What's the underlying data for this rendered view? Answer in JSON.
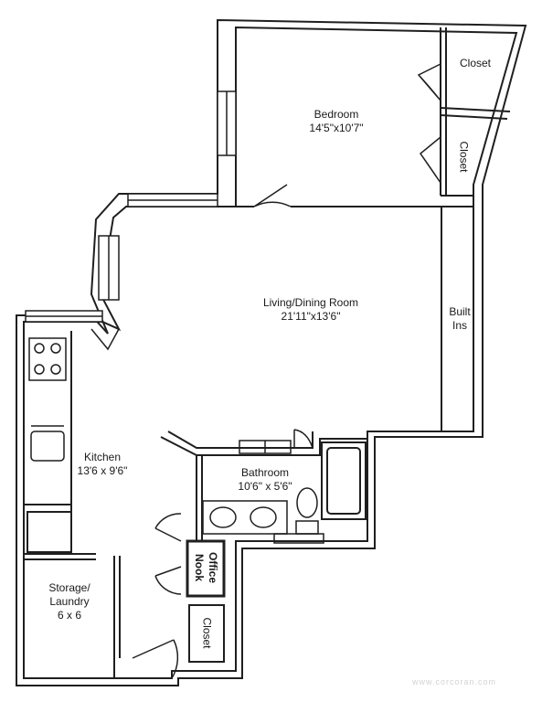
{
  "rooms": {
    "bedroom": {
      "name": "Bedroom",
      "dims": "14'5\"x10'7\""
    },
    "closet_top": {
      "name": "Closet"
    },
    "closet_mid": {
      "name": "Closet"
    },
    "living": {
      "name": "Living/Dining Room",
      "dims": "21'11\"x13'6\""
    },
    "built_ins": {
      "line1": "Built",
      "line2": "Ins"
    },
    "kitchen": {
      "name": "Kitchen",
      "dims": "13'6 x 9'6\""
    },
    "bathroom": {
      "name": "Bathroom",
      "dims": "10'6\" x 5'6\""
    },
    "office": {
      "line1": "Office",
      "line2": "Nook"
    },
    "storage": {
      "line1": "Storage/",
      "line2": "Laundry",
      "line3": "6 x 6"
    },
    "closet_bottom": {
      "name": "Closet"
    }
  },
  "colors": {
    "wall": "#1f1f1f",
    "fill": "#ffffff",
    "ink": "#1a1a1a"
  },
  "watermark": "www.corcoran.com"
}
